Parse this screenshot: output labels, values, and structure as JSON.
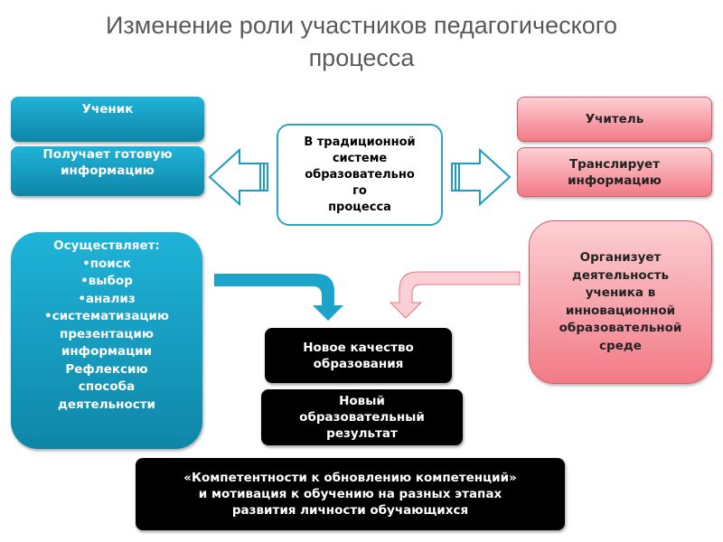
{
  "title": "Изменение роли участников педагогического процесса",
  "student": {
    "label": "Ученик",
    "receives": "Получает готовую информацию",
    "does_lines": [
      "Осуществляет:",
      "•поиск",
      "•выбор",
      "•анализ",
      "•систематизацию",
      "презентацию",
      "информации",
      "Рефлексию",
      "способа",
      "деятельности"
    ]
  },
  "center": {
    "lines": [
      "В традиционной",
      "системе",
      "образовательно",
      "го",
      "процесса"
    ]
  },
  "teacher": {
    "label": "Учитель",
    "transmits": "Транслирует информацию",
    "organizes_lines": [
      "Организует",
      "деятельность",
      "ученика в",
      "инновационной",
      "образовательной",
      "среде"
    ]
  },
  "results": {
    "quality": "Новое качество образования",
    "result": "Новый образовательный результат",
    "competence": "«Компетентности к обновлению компетенций» и мотивация к обучению на разных этапах развития личности обучающихся"
  }
}
